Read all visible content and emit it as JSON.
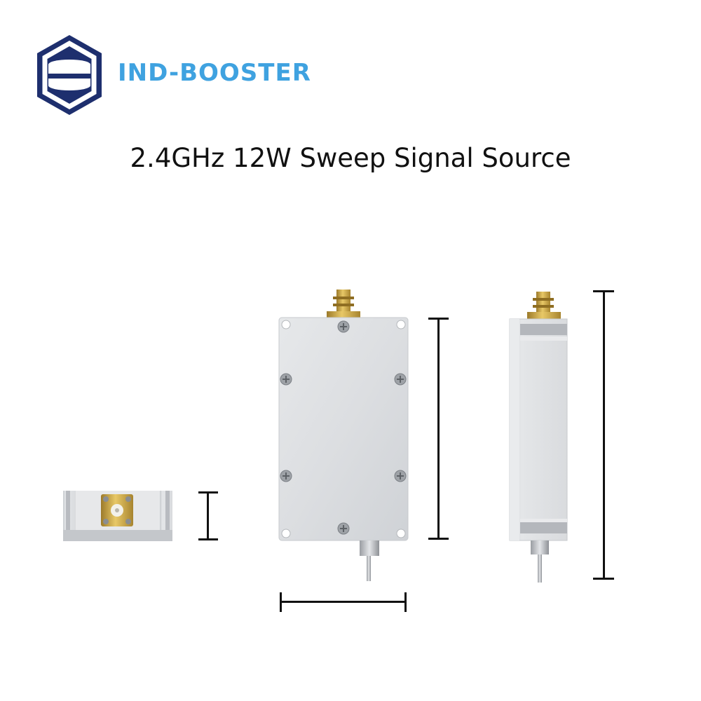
{
  "brand": {
    "name": "IND-BOOSTER",
    "logo_icon": "hexagon-shield-logo-icon",
    "primary_color": "#1e2f6e",
    "accent_color": "#3fa2e0"
  },
  "title": "2.4GHz 12W Sweep Signal Source",
  "product_views": [
    {
      "name": "end-view",
      "icon": "sma-flange-connector-icon"
    },
    {
      "name": "top-view",
      "icon": "sma-connector-icon"
    },
    {
      "name": "side-view",
      "icon": "sma-connector-icon"
    }
  ],
  "colors": {
    "housing": "#dadcdf",
    "housing_shadow": "#b9bcc1",
    "connector_gold": "#c7a244",
    "dimension_line": "#111111"
  }
}
